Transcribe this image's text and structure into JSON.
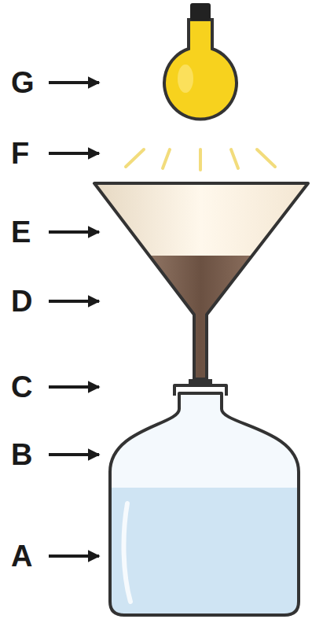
{
  "diagram": {
    "labels": [
      "G",
      "F",
      "E",
      "D",
      "C",
      "B",
      "A"
    ]
  }
}
